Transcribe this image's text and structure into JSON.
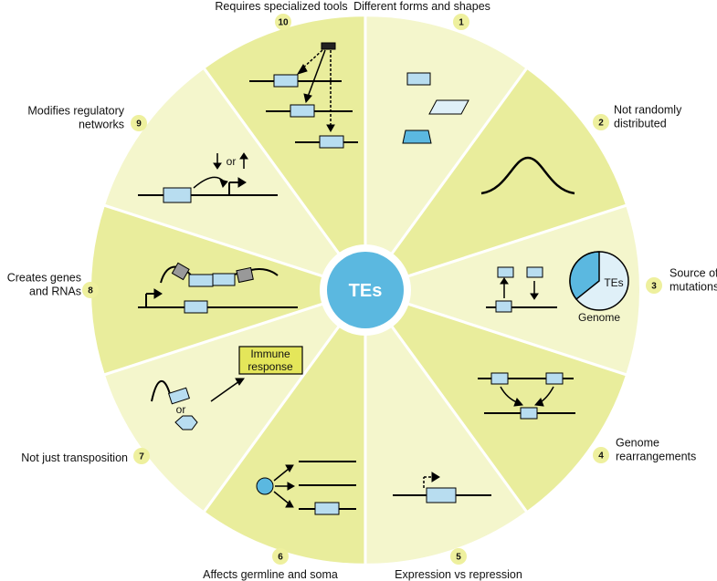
{
  "center": {
    "label": "TEs",
    "fill": "#5bb8e0"
  },
  "colors": {
    "sector_dark": "#e9ed9c",
    "sector_light": "#f4f6cc",
    "badge": "#eef09e",
    "box": "#b8ddf0",
    "box_dark": "#5bb8e0",
    "box_grey": "#999999",
    "immune_box": "#e4e65a"
  },
  "sectors": [
    {
      "number": "1",
      "label_lines": [
        "Different forms and shapes"
      ]
    },
    {
      "number": "2",
      "label_lines": [
        "Not randomly",
        "distributed"
      ]
    },
    {
      "number": "3",
      "label_lines": [
        "Source of",
        "mutations"
      ]
    },
    {
      "number": "4",
      "label_lines": [
        "Genome",
        "rearrangements"
      ]
    },
    {
      "number": "5",
      "label_lines": [
        "Expression vs repression"
      ]
    },
    {
      "number": "6",
      "label_lines": [
        "Affects germline and soma"
      ]
    },
    {
      "number": "7",
      "label_lines": [
        "Not just transposition"
      ]
    },
    {
      "number": "8",
      "label_lines": [
        "Creates genes",
        "and RNAs"
      ]
    },
    {
      "number": "9",
      "label_lines": [
        "Modifies regulatory",
        "networks"
      ]
    },
    {
      "number": "10",
      "label_lines": [
        "Requires specialized tools"
      ]
    }
  ],
  "inner_text": {
    "pie_tes": "TEs",
    "pie_genome": "Genome",
    "or_9": "or",
    "or_7": "or",
    "immune": [
      "Immune",
      "response"
    ]
  }
}
